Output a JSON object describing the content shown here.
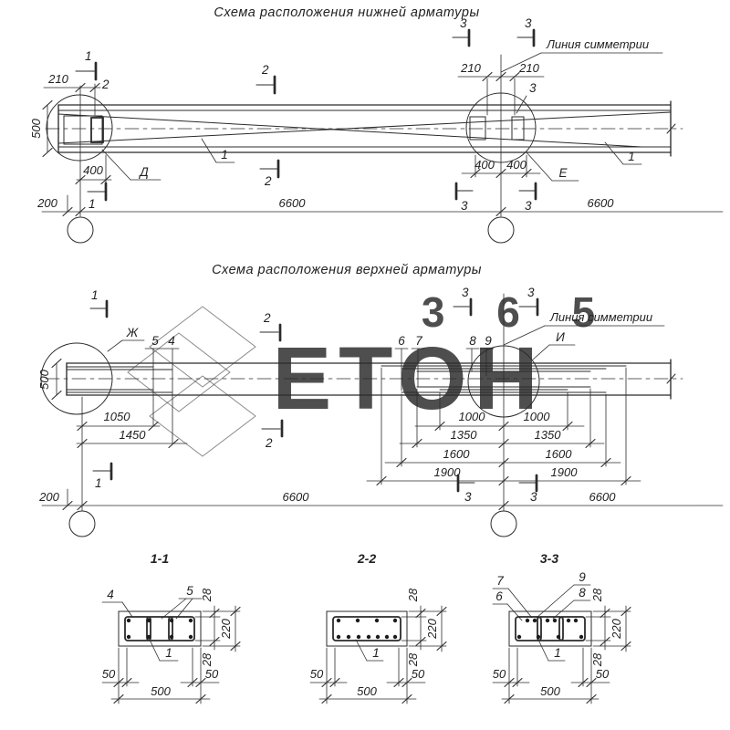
{
  "titles": {
    "lower": "Схема расположения нижней арматуры",
    "upper": "Схема расположения верхней арматуры"
  },
  "labels": {
    "symmetry": "Линия симметрии",
    "detail_d": "Д",
    "detail_e": "Е",
    "detail_zh": "Ж",
    "detail_i": "И"
  },
  "pos": {
    "p1": "1",
    "p2": "2",
    "p3": "3",
    "p4": "4",
    "p5": "5",
    "p6": "6",
    "p7": "7",
    "p8": "8",
    "p9": "9"
  },
  "dims": {
    "d28": "28",
    "d50": "50",
    "d200": "200",
    "d210": "210",
    "d220": "220",
    "d400": "400",
    "d500": "500",
    "d1000": "1000",
    "d1050": "1050",
    "d1350": "1350",
    "d1450": "1450",
    "d1600": "1600",
    "d1900": "1900",
    "d6600": "6600"
  },
  "sections": {
    "s11": "1-1",
    "s22": "2-2",
    "s33": "3-3"
  },
  "watermark": {
    "digits": "3 6 5",
    "word": "ЕТОН"
  },
  "colors": {
    "ink": "#2b2b2b",
    "orange": "#ef8b33",
    "digit_orange": "#f2a369",
    "letter_gray": "#e4d9cd",
    "bg": "#ffffff"
  }
}
